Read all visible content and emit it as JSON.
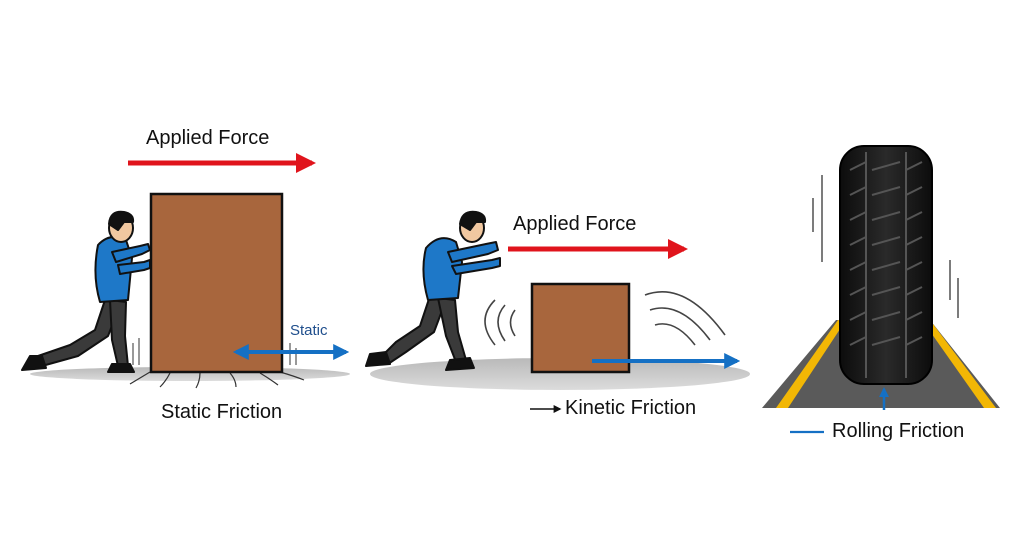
{
  "panels": {
    "static": {
      "applied_force_label": "Applied Force",
      "friction_tag": "Static",
      "caption": "Static Friction"
    },
    "kinetic": {
      "applied_force_label": "Applied Force",
      "caption": "Kinetic Friction"
    },
    "rolling": {
      "caption": "Rolling Friction"
    }
  },
  "colors": {
    "applied_force_arrow": "#e0141c",
    "friction_arrow": "#1570c4",
    "box": "#a8663d",
    "shirt": "#1e78c8",
    "pants": "#3a3a3a",
    "road": "#5a5a5a",
    "road_lines": "#f2b705",
    "tire": "#1a1a1a"
  }
}
